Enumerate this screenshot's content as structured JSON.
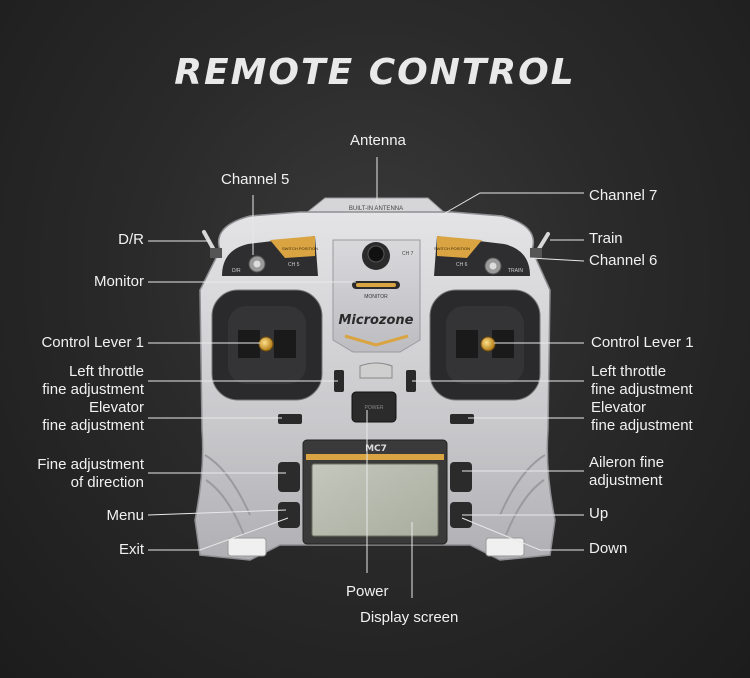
{
  "title": "REMOTE CONTROL",
  "device": {
    "brand": "Microzone",
    "model": "MC7",
    "antenna_tag": "BUILT-IN ANTENNA",
    "monitor_tag": "MONITOR",
    "switch_tag": "SWITCH POSITION",
    "ch7_tag": "CH 7",
    "ch6_tag": "CH 6",
    "ch5_tag": "CH 5",
    "dr_tag": "D/R",
    "train_tag": "TRAIN",
    "power_tag": "POWER"
  },
  "labels": {
    "antenna": "Antenna",
    "channel5": "Channel 5",
    "channel7": "Channel 7",
    "dr": "D/R",
    "train": "Train",
    "channel6": "Channel 6",
    "monitor": "Monitor",
    "control_lever_left": "Control Lever 1",
    "control_lever_right": "Control Lever 1",
    "left_throttle_left_1": "Left throttle",
    "left_throttle_left_2": "fine adjustment",
    "elevator_left_1": "Elevator",
    "elevator_left_2": "fine adjustment",
    "left_throttle_right_1": "Left throttle",
    "left_throttle_right_2": "fine adjustment",
    "elevator_right_1": "Elevator",
    "elevator_right_2": "fine adjustment",
    "fine_dir_1": "Fine adjustment",
    "fine_dir_2": "of direction",
    "aileron_1": "Aileron fine",
    "aileron_2": "adjustment",
    "menu": "Menu",
    "up": "Up",
    "exit": "Exit",
    "down": "Down",
    "power": "Power",
    "display": "Display screen"
  }
}
